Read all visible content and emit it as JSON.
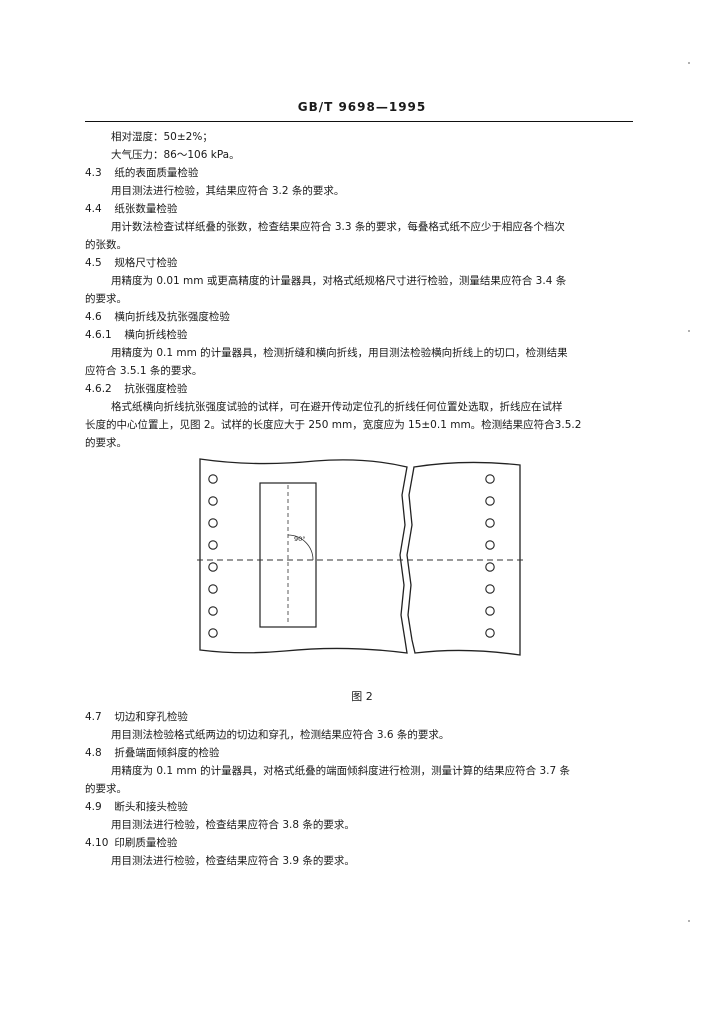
{
  "header": {
    "standard_code": "GB/T 9698—1995"
  },
  "section_4_2_tail": {
    "humidity": "相对湿度：50±2%；",
    "pressure": "大气压力：86～106 kPa。"
  },
  "s4_3": {
    "num": "4.3",
    "title": "纸的表面质量检验",
    "body": "用目测法进行检验，其结果应符合 3.2 条的要求。"
  },
  "s4_4": {
    "num": "4.4",
    "title": "纸张数量检验",
    "body_line1": "用计数法检查试样纸叠的张数，检查结果应符合 3.3 条的要求，每叠格式纸不应少于相应各个档次",
    "body_line2": "的张数。"
  },
  "s4_5": {
    "num": "4.5",
    "title": "规格尺寸检验",
    "body_line1": "用精度为 0.01 mm 或更高精度的计量器具，对格式纸规格尺寸进行检验，测量结果应符合 3.4 条",
    "body_line2": "的要求。"
  },
  "s4_6": {
    "num": "4.6",
    "title": "横向折线及抗张强度检验"
  },
  "s4_6_1": {
    "num": "4.6.1",
    "title": "横向折线检验",
    "body_line1": "用精度为 0.1 mm 的计量器具，检测折缝和横向折线，用目测法检验横向折线上的切口，检测结果",
    "body_line2": "应符合 3.5.1 条的要求。"
  },
  "s4_6_2": {
    "num": "4.6.2",
    "title": "抗张强度检验",
    "body_line1": "格式纸横向折线抗张强度试验的试样，可在避开传动定位孔的折线任何位置处选取，折线应在试样",
    "body_line2": "长度的中心位置上，见图 2。试样的长度应大于 250 mm，宽度应为 15±0.1 mm。检测结果应符合3.5.2",
    "body_line3": "的要求。"
  },
  "figure": {
    "angle_label": "90°",
    "caption": "图 2",
    "holes_per_side": 8
  },
  "s4_7": {
    "num": "4.7",
    "title": "切边和穿孔检验",
    "body": "用目测法检验格式纸两边的切边和穿孔，检测结果应符合 3.6 条的要求。"
  },
  "s4_8": {
    "num": "4.8",
    "title": "折叠端面倾斜度的检验",
    "body_line1": "用精度为 0.1 mm 的计量器具，对格式纸叠的端面倾斜度进行检测，测量计算的结果应符合 3.7 条",
    "body_line2": "的要求。"
  },
  "s4_9": {
    "num": "4.9",
    "title": "断头和接头检验",
    "body": "用目测法进行检验，检查结果应符合 3.8 条的要求。"
  },
  "s4_10": {
    "num": "4.10",
    "title": "印刷质量检验",
    "body": "用目测法进行检验，检查结果应符合 3.9 条的要求。"
  }
}
